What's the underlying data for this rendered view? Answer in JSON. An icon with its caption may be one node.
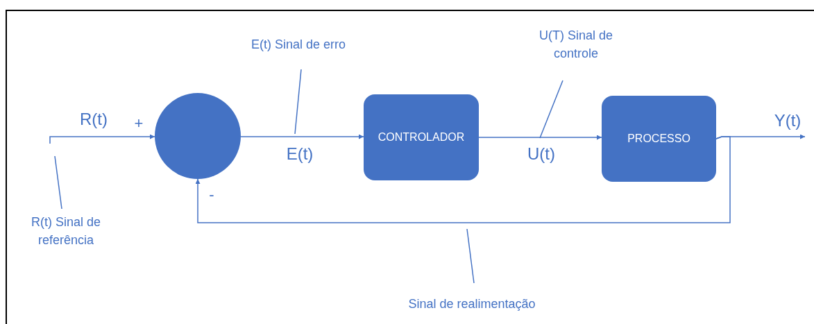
{
  "diagram": {
    "nodes": [
      {
        "text": [],
        "shape": "circle"
      },
      {
        "text": [
          "CONTROLADOR"
        ]
      },
      {
        "text": [
          "PROCESSO"
        ]
      },
      {
        "text": [
          "R(t) Sinal de referência"
        ]
      },
      {
        "text": [
          "E(t) Sinal de erro"
        ]
      },
      {
        "text": [
          "U(T) Sinal de controle"
        ]
      },
      {
        "text": [
          "Sinal de realimentação"
        ]
      }
    ],
    "edges": [
      {
        "from": null,
        "to": 0,
        "arrow": "to",
        "label": "R(t)"
      },
      {
        "from": 0,
        "to": 1,
        "arrow": "to",
        "label": "E(t)"
      },
      {
        "from": 1,
        "to": 2,
        "arrow": "to",
        "label": "U(t)"
      },
      {
        "from": 2,
        "to": null,
        "arrow": "to",
        "label": "Y(t)"
      },
      {
        "from": 2,
        "to": 0,
        "arrow": "to"
      },
      {
        "from": 3,
        "to": null,
        "arrow": "none"
      },
      {
        "from": 4,
        "to": null,
        "arrow": "none"
      },
      {
        "from": 5,
        "to": null,
        "arrow": "none"
      },
      {
        "from": 6,
        "to": null,
        "arrow": "none"
      }
    ],
    "labels": [
      "+",
      "-"
    ]
  }
}
